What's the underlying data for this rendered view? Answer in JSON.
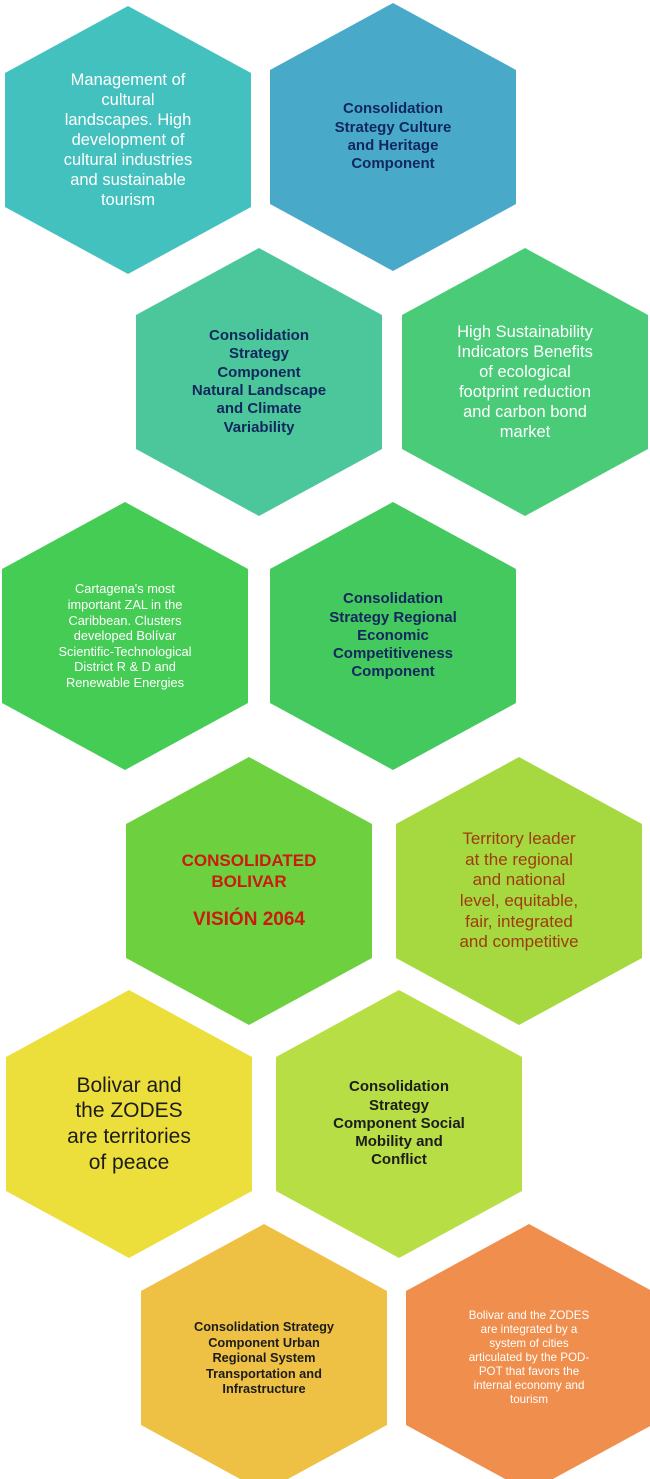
{
  "diagram": {
    "title": "CONSOLIDATED BOLIVAR VISIÓN 2064",
    "type": "hexagon-honeycomb-infographic",
    "background_color": "#ffffff",
    "rows": 6,
    "columns": 2
  },
  "hexagons": [
    {
      "id": "cultural-landscapes",
      "row": 1,
      "column": 1,
      "text": "Management of\ncultural\nlandscapes. High\ndevelopment of\ncultural industries\nand sustainable\ntourism",
      "fill_color": "#43c1bf",
      "text_color": "#ffffff",
      "text_style": "regular"
    },
    {
      "id": "culture-heritage-component",
      "row": 1,
      "column": 2,
      "text": "Consolidation\nStrategy Culture\nand Heritage\nComponent",
      "fill_color": "#48a9c9",
      "text_color": "#12275c",
      "text_style": "bold"
    },
    {
      "id": "natural-landscape-climate",
      "row": 2,
      "column": 1,
      "text": "Consolidation\nStrategy\nComponent\nNatural Landscape\nand Climate\nVariability",
      "fill_color": "#4bc79b",
      "text_color": "#12275c",
      "text_style": "bold"
    },
    {
      "id": "sustainability-indicators",
      "row": 2,
      "column": 2,
      "text": "High Sustainability\nIndicators Benefits\nof ecological\nfootprint reduction\nand carbon bond\nmarket",
      "fill_color": "#49cb78",
      "text_color": "#ffffff",
      "text_style": "regular"
    },
    {
      "id": "cartagena-zal-clusters",
      "row": 3,
      "column": 1,
      "text": "Cartagena's most\nimportant ZAL in the\nCaribbean. Clusters\ndeveloped Bolívar\nScientific-Technological\nDistrict R & D and\nRenewable Energies",
      "fill_color": "#45cc55",
      "text_color": "#ffffff",
      "text_style": "regular"
    },
    {
      "id": "regional-economic-competitiveness",
      "row": 3,
      "column": 2,
      "text": "Consolidation\nStrategy Regional\nEconomic\nCompetitiveness\nComponent",
      "fill_color": "#44c95f",
      "text_color": "#12275c",
      "text_style": "bold"
    },
    {
      "id": "consolidated-bolivar-vision",
      "row": 4,
      "column": 1,
      "text_line_1": "CONSOLIDATED\nBOLIVAR",
      "text_line_2": "VISIÓN 2064",
      "fill_color": "#6dd martial",
      "text_color": "#cc1a10",
      "text_style": "bold"
    },
    {
      "id": "territory-leader",
      "row": 4,
      "column": 2,
      "text": "Territory leader\nat the regional\nand national\nlevel, equitable,\nfair, integrated\nand competitive",
      "fill_color": "#a5d93f",
      "text_color": "#b03a14",
      "text_style": "regular"
    },
    {
      "id": "territories-of-peace",
      "row": 5,
      "column": 1,
      "text": "Bolivar and\nthe ZODES\nare territories\nof peace",
      "fill_color": "#ecdf3c",
      "text_color": "#1c1c1c",
      "text_style": "regular"
    },
    {
      "id": "social-mobility-conflict",
      "row": 5,
      "column": 2,
      "text": "Consolidation\nStrategy\nComponent Social\nMobility and\nConflict",
      "fill_color": "#b8de45",
      "text_color": "#1c1c1c",
      "text_style": "bold"
    },
    {
      "id": "urban-regional-transport",
      "row": 6,
      "column": 1,
      "text": "Consolidation Strategy\nComponent Urban\nRegional System\nTransportation and\nInfrastructure",
      "fill_color": "#eec044",
      "text_color": "#1c1c1c",
      "text_style": "bold"
    },
    {
      "id": "system-of-cities-podpot",
      "row": 6,
      "column": 2,
      "text": "Bolivar and the ZODES\nare integrated by a\nsystem of cities\narticulated by the POD-\nPOT that favors the\ninternal economy and\ntourism",
      "fill_color": "#ef8e4d",
      "text_color": "#ffffff",
      "text_style": "regular"
    }
  ]
}
